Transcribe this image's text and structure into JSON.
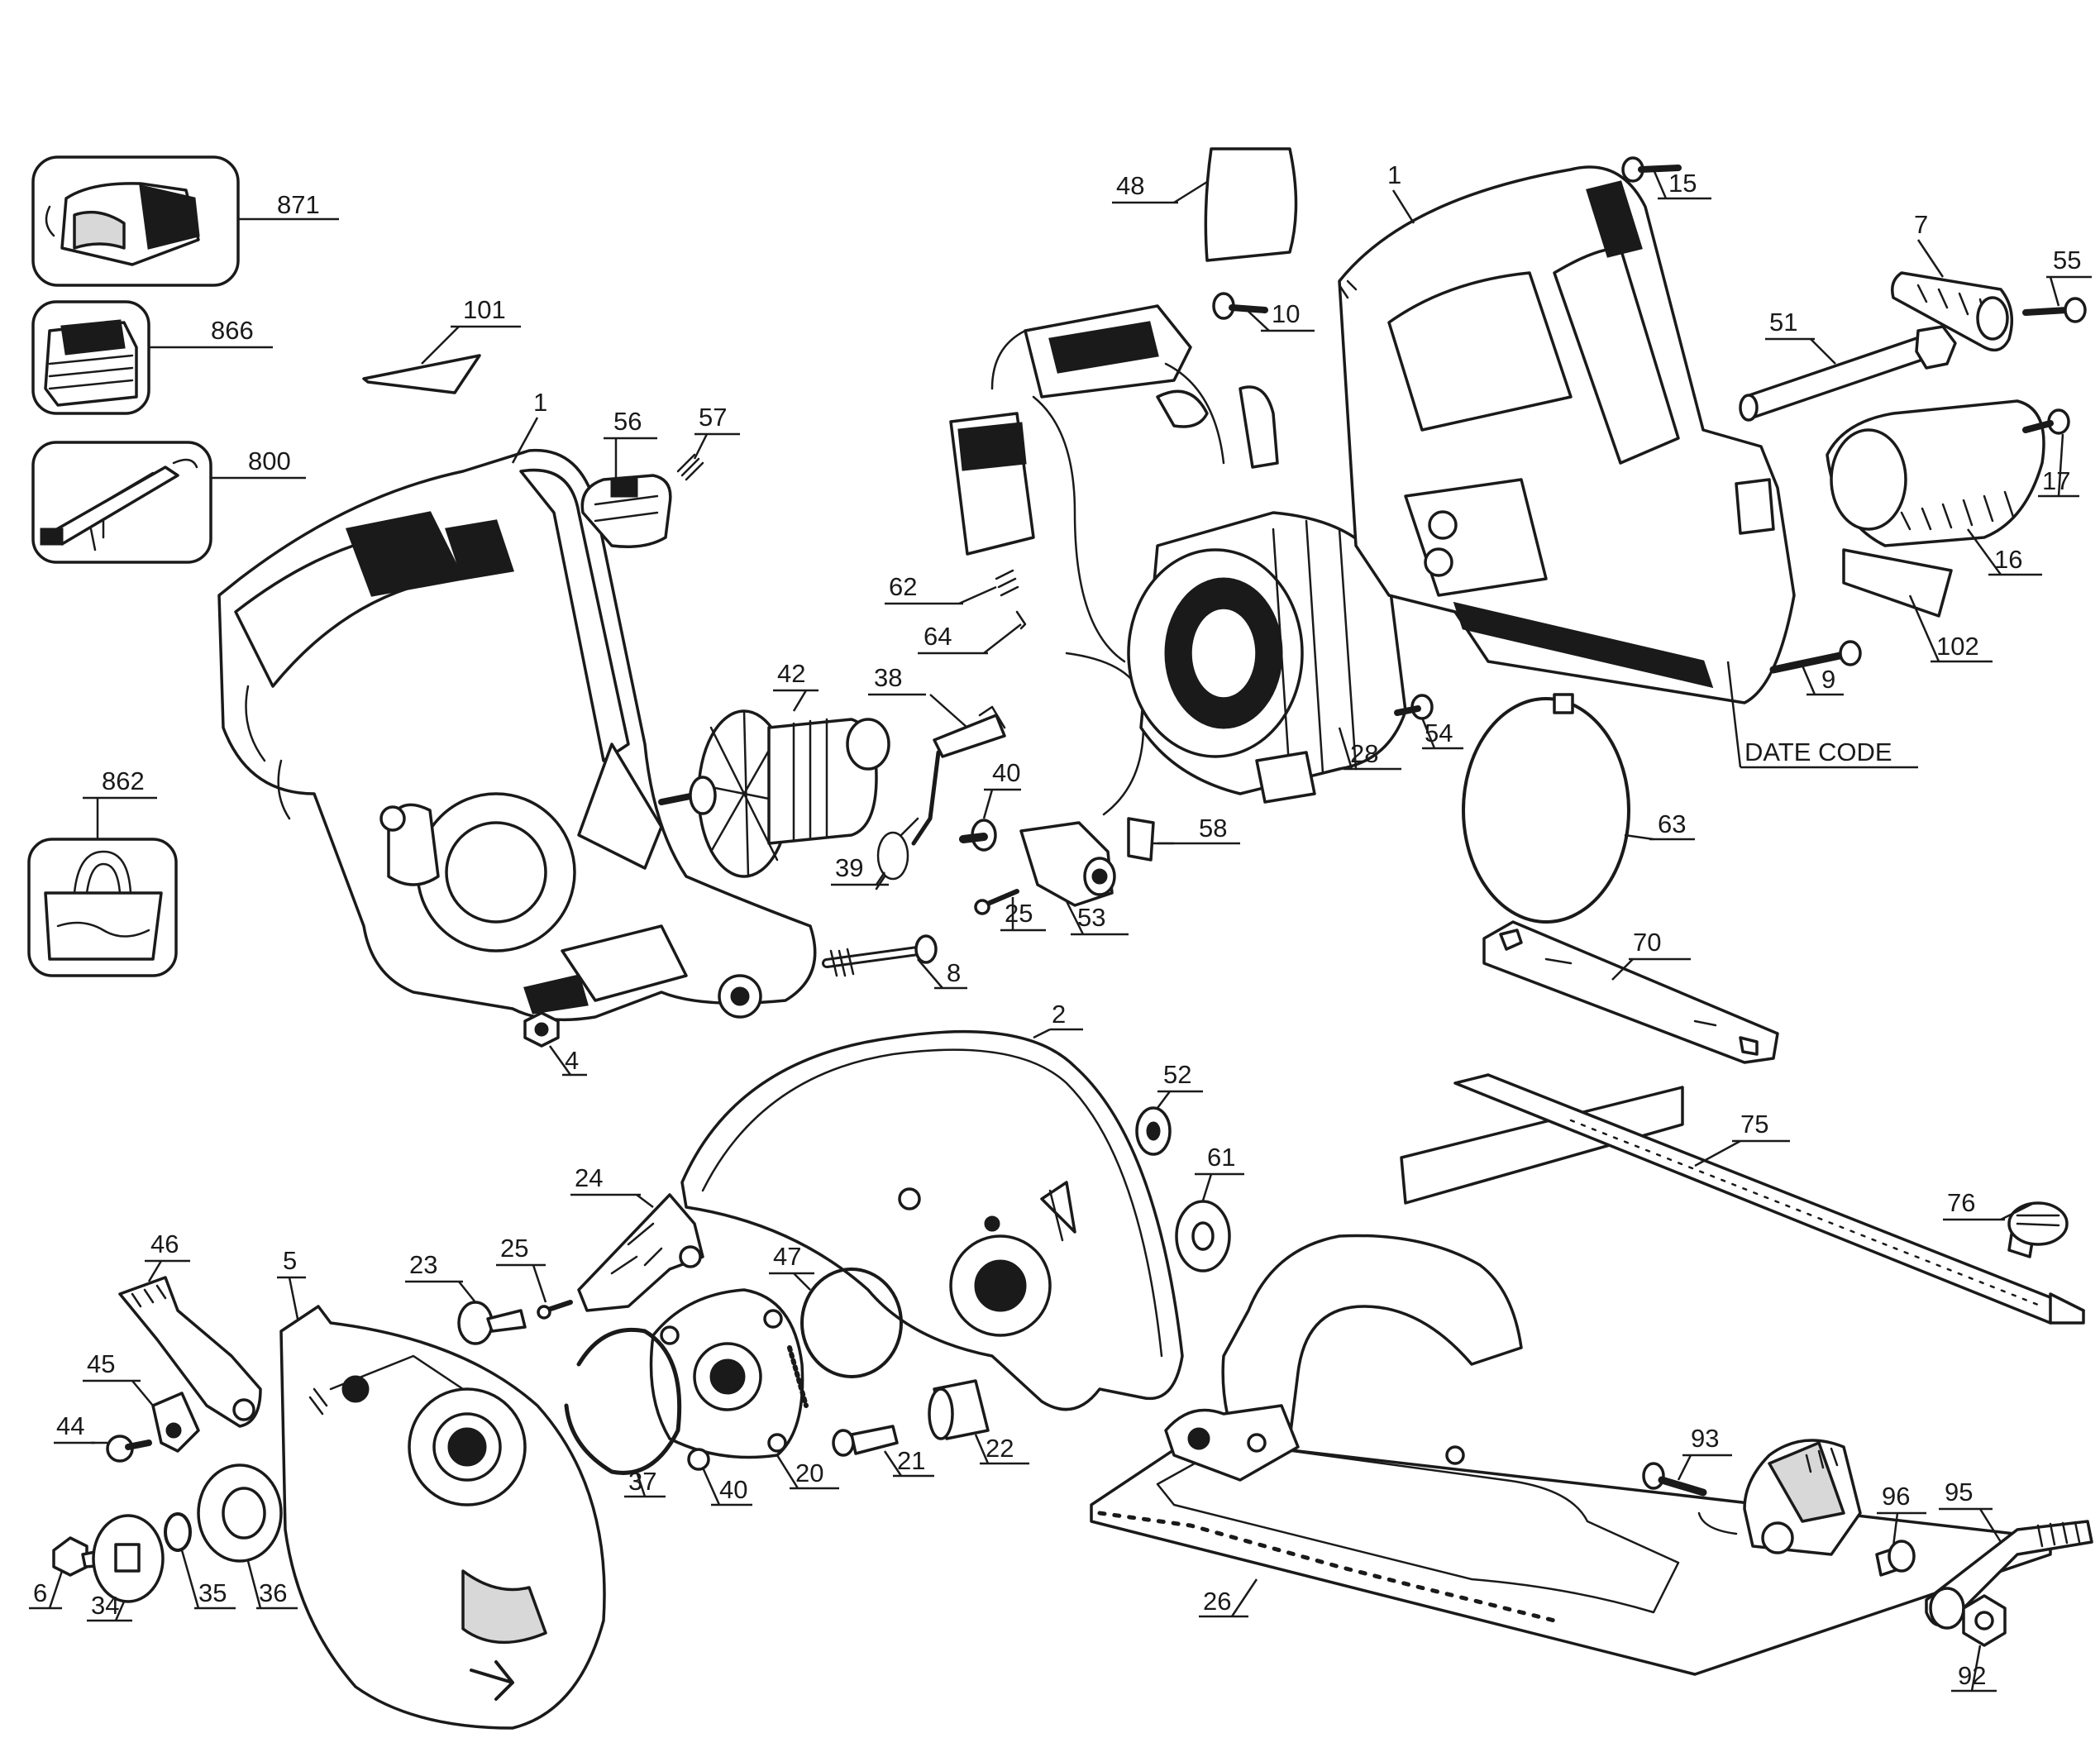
{
  "callouts": {
    "871": "871",
    "866": "866",
    "800": "800",
    "862": "862",
    "101": "101",
    "1a": "1",
    "1b": "1",
    "56": "56",
    "57": "57",
    "48": "48",
    "10": "10",
    "15": "15",
    "7": "7",
    "55": "55",
    "51": "51",
    "17": "17",
    "16": "16",
    "102": "102",
    "9": "9",
    "date_code": "DATE CODE",
    "62": "62",
    "64": "64",
    "42": "42",
    "38": "38",
    "40a": "40",
    "39": "39",
    "25a": "25",
    "53": "53",
    "58": "58",
    "28": "28",
    "54": "54",
    "63": "63",
    "8": "8",
    "4": "4",
    "70": "70",
    "2": "2",
    "52": "52",
    "61": "61",
    "75": "75",
    "76": "76",
    "24": "24",
    "25b": "25",
    "23": "23",
    "47": "47",
    "46": "46",
    "5": "5",
    "45": "45",
    "44": "44",
    "6": "6",
    "34": "34",
    "35": "35",
    "36": "36",
    "37": "37",
    "40b": "40",
    "20": "20",
    "21": "21",
    "22": "22",
    "26": "26",
    "93": "93",
    "96": "96",
    "95": "95",
    "92": "92"
  }
}
